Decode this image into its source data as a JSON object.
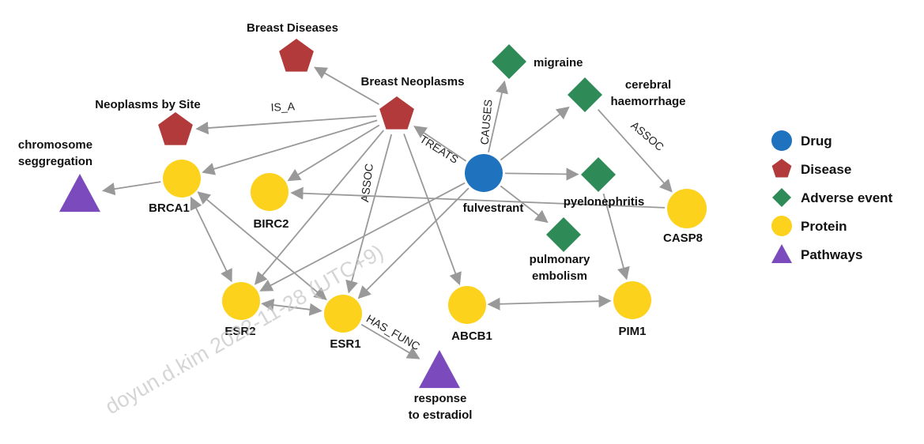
{
  "colors": {
    "drug": "#1f73be",
    "disease": "#b23a3a",
    "adverse_event": "#2e8b57",
    "protein": "#fcd21c",
    "pathway": "#7b4bbd",
    "edge": "#999999"
  },
  "nodes": [
    {
      "id": "breast_diseases",
      "type": "disease",
      "label": [
        "Breast Diseases"
      ]
    },
    {
      "id": "breast_neoplasms",
      "type": "disease",
      "label": [
        "Breast Neoplasms"
      ]
    },
    {
      "id": "neoplasms_by_site",
      "type": "disease",
      "label": [
        "Neoplasms by Site"
      ]
    },
    {
      "id": "chromosome_seg",
      "type": "pathway",
      "label": [
        "chromosome",
        "seggregation"
      ]
    },
    {
      "id": "brca1",
      "type": "protein",
      "label": [
        "BRCA1"
      ]
    },
    {
      "id": "birc2",
      "type": "protein",
      "label": [
        "BIRC2"
      ]
    },
    {
      "id": "migraine",
      "type": "adverse_event",
      "label": [
        "migraine"
      ]
    },
    {
      "id": "cerebral",
      "type": "adverse_event",
      "label": [
        "cerebral",
        "haemorrhage"
      ]
    },
    {
      "id": "fulvestrant",
      "type": "drug",
      "label": [
        "fulvestrant"
      ]
    },
    {
      "id": "pyelonephritis",
      "type": "adverse_event",
      "label": [
        "pyelonephritis"
      ]
    },
    {
      "id": "casp8",
      "type": "protein",
      "label": [
        "CASP8"
      ]
    },
    {
      "id": "pulmonary",
      "type": "adverse_event",
      "label": [
        "pulmonary",
        "embolism"
      ]
    },
    {
      "id": "esr2",
      "type": "protein",
      "label": [
        "ESR2"
      ]
    },
    {
      "id": "esr1",
      "type": "protein",
      "label": [
        "ESR1"
      ]
    },
    {
      "id": "abcb1",
      "type": "protein",
      "label": [
        "ABCB1"
      ]
    },
    {
      "id": "pim1",
      "type": "protein",
      "label": [
        "PIM1"
      ]
    },
    {
      "id": "response_estradiol",
      "type": "pathway",
      "label": [
        "response",
        "to estradiol"
      ]
    }
  ],
  "edges": [
    {
      "from": "breast_neoplasms",
      "to": "breast_diseases",
      "label": "",
      "arrow": "end"
    },
    {
      "from": "breast_neoplasms",
      "to": "neoplasms_by_site",
      "label": "IS_A",
      "arrow": "end"
    },
    {
      "from": "breast_neoplasms",
      "to": "brca1",
      "label": "",
      "arrow": "end"
    },
    {
      "from": "breast_neoplasms",
      "to": "birc2",
      "label": "",
      "arrow": "end"
    },
    {
      "from": "breast_neoplasms",
      "to": "esr2",
      "label": "",
      "arrow": "end"
    },
    {
      "from": "breast_neoplasms",
      "to": "esr1",
      "label": "ASSOC",
      "arrow": "end"
    },
    {
      "from": "breast_neoplasms",
      "to": "abcb1",
      "label": "",
      "arrow": "end"
    },
    {
      "from": "fulvestrant",
      "to": "breast_neoplasms",
      "label": "TREATS",
      "arrow": "end"
    },
    {
      "from": "fulvestrant",
      "to": "migraine",
      "label": "CAUSES",
      "arrow": "end"
    },
    {
      "from": "fulvestrant",
      "to": "cerebral",
      "label": "",
      "arrow": "end"
    },
    {
      "from": "fulvestrant",
      "to": "pyelonephritis",
      "label": "",
      "arrow": "end"
    },
    {
      "from": "fulvestrant",
      "to": "pulmonary",
      "label": "",
      "arrow": "end"
    },
    {
      "from": "fulvestrant",
      "to": "esr1",
      "label": "",
      "arrow": "end"
    },
    {
      "from": "fulvestrant",
      "to": "esr2",
      "label": "",
      "arrow": "end"
    },
    {
      "from": "cerebral",
      "to": "casp8",
      "label": "ASSOC",
      "arrow": "end"
    },
    {
      "from": "pyelonephritis",
      "to": "pim1",
      "label": "",
      "arrow": "end"
    },
    {
      "from": "casp8",
      "to": "birc2",
      "label": "",
      "arrow": "end"
    },
    {
      "from": "brca1",
      "to": "chromosome_seg",
      "label": "",
      "arrow": "end"
    },
    {
      "from": "brca1",
      "to": "esr2",
      "label": "",
      "arrow": "both"
    },
    {
      "from": "brca1",
      "to": "esr1",
      "label": "",
      "arrow": "both"
    },
    {
      "from": "esr2",
      "to": "esr1",
      "label": "",
      "arrow": "both"
    },
    {
      "from": "esr1",
      "to": "response_estradiol",
      "label": "HAS_FUNC",
      "arrow": "end"
    },
    {
      "from": "abcb1",
      "to": "pim1",
      "label": "",
      "arrow": "both"
    }
  ],
  "legend": [
    {
      "type": "drug",
      "label": "Drug"
    },
    {
      "type": "disease",
      "label": "Disease"
    },
    {
      "type": "adverse_event",
      "label": "Adverse event"
    },
    {
      "type": "protein",
      "label": "Protein"
    },
    {
      "type": "pathway",
      "label": "Pathways"
    }
  ],
  "watermark": "doyun.d.kim 2022-11-28 (UTC+9)"
}
